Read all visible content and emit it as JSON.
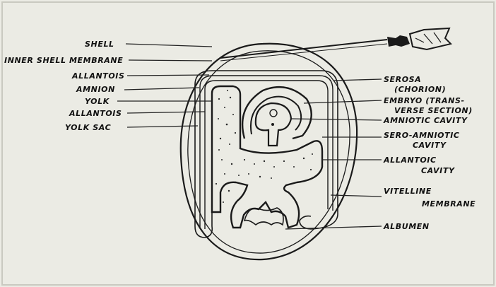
{
  "diagram": {
    "labels_left": [
      {
        "id": "shell",
        "text": "SHELL"
      },
      {
        "id": "inner-shell-membrane",
        "text": "INNER SHELL MEMBRANE"
      },
      {
        "id": "allantois-1",
        "text": "ALLANTOIS"
      },
      {
        "id": "amnion",
        "text": "AMNION"
      },
      {
        "id": "yolk",
        "text": "YOLK"
      },
      {
        "id": "allantois-2",
        "text": "ALLANTOIS"
      },
      {
        "id": "yolk-sac",
        "text": "YOLK SAC"
      }
    ],
    "labels_right": [
      {
        "id": "serosa",
        "lines": [
          "SEROSA",
          "(CHORION)"
        ]
      },
      {
        "id": "embryo",
        "lines": [
          "EMBRYO (TRANS-",
          "VERSE SECTION)"
        ]
      },
      {
        "id": "amniotic-cavity",
        "lines": [
          "AMNIOTIC CAVITY"
        ]
      },
      {
        "id": "sero-amniotic-cavity",
        "lines": [
          "SERO-AMNIOTIC",
          "CAVITY"
        ]
      },
      {
        "id": "allantoic-cavity",
        "lines": [
          "ALLANTOIC",
          "CAVITY"
        ]
      },
      {
        "id": "vitelline-membrane",
        "lines": [
          "VITELLINE",
          "MEMBRANE"
        ]
      },
      {
        "id": "albumen",
        "lines": [
          "ALBUMEN"
        ]
      }
    ]
  }
}
